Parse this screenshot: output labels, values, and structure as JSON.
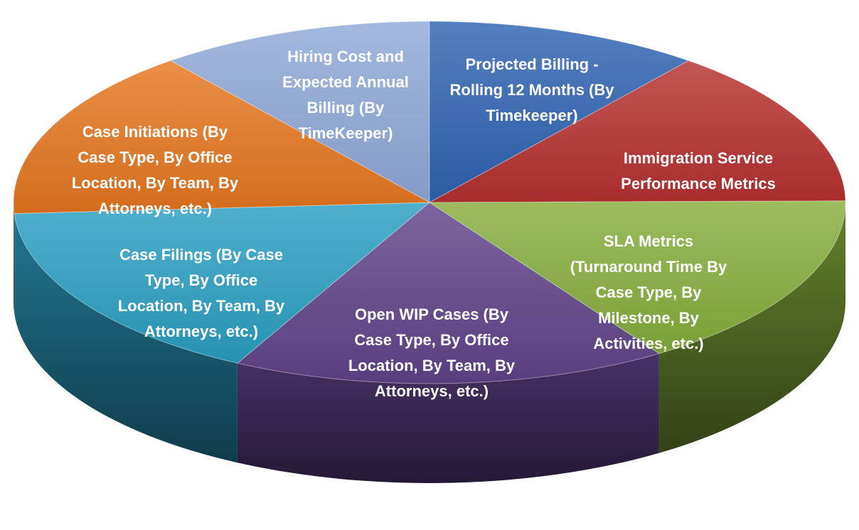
{
  "diagram": {
    "type": "3d-pie",
    "segments": [
      {
        "id": "hiring-cost",
        "lines": [
          "Hiring Cost and",
          "Expected Annual",
          "Billing (By",
          "TimeKeeper)"
        ],
        "color": "#8ea8d8",
        "share": 1
      },
      {
        "id": "projected-billing",
        "lines": [
          "Projected Billing -",
          "Rolling 12 Months (By",
          "Timekeeper)"
        ],
        "color": "#2f63b1",
        "share": 1
      },
      {
        "id": "immigration-service",
        "lines": [
          "Immigration Service",
          "Performance Metrics"
        ],
        "color": "#b5312f",
        "share": 1
      },
      {
        "id": "sla-metrics",
        "lines": [
          "SLA Metrics",
          "(Turnaround Time By",
          "Case Type, By",
          "Milestone, By",
          "Activities, etc.)"
        ],
        "color": "#86ad3c",
        "share": 1
      },
      {
        "id": "open-wip-cases",
        "lines": [
          "Open WIP Cases (By",
          "Case Type, By Office",
          "Location, By Team, By",
          "Attorneys, etc.)"
        ],
        "color": "#604389",
        "share": 1
      },
      {
        "id": "case-filings",
        "lines": [
          "Case Filings (By Case",
          "Type, By Office",
          "Location, By Team, By",
          "Attorneys, etc.)"
        ],
        "color": "#2a9fc2",
        "share": 1
      },
      {
        "id": "case-initiations",
        "lines": [
          "Case Initiations (By",
          "Case Type, By Office",
          "Location, By Team, By",
          "Attorneys, etc.)"
        ],
        "color": "#e5771f",
        "share": 1
      }
    ]
  }
}
